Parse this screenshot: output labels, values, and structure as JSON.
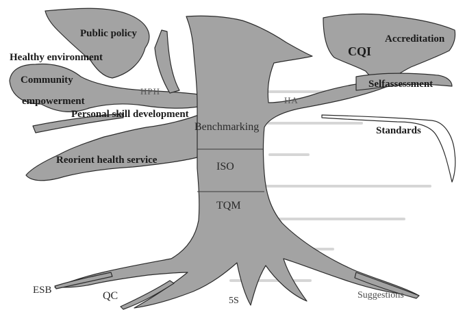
{
  "colors": {
    "tree_fill": "#a3a3a3",
    "tree_stroke": "#2b2b2b",
    "background": "#ffffff",
    "text": "#1a1a1a"
  },
  "branches_left": {
    "public_policy": "Public  policy",
    "healthy_environment": "Healthy environment",
    "community": "Community",
    "empowerment": "empowerment",
    "personal_skill": "Personal skill development",
    "reorient": "Reorient   health service",
    "hph": "HPH"
  },
  "branches_right": {
    "cqi": "CQI",
    "accreditation": "Accreditation",
    "self_assessment": "Selfassessment",
    "standards": "Standards",
    "ha": "HA"
  },
  "trunk": {
    "benchmarking": "Benchmarking",
    "iso": "ISO",
    "tqm": "TQM"
  },
  "roots": {
    "esb": "ESB",
    "qc": "QC",
    "five_s": "5S",
    "suggestions": "Suggestions"
  }
}
